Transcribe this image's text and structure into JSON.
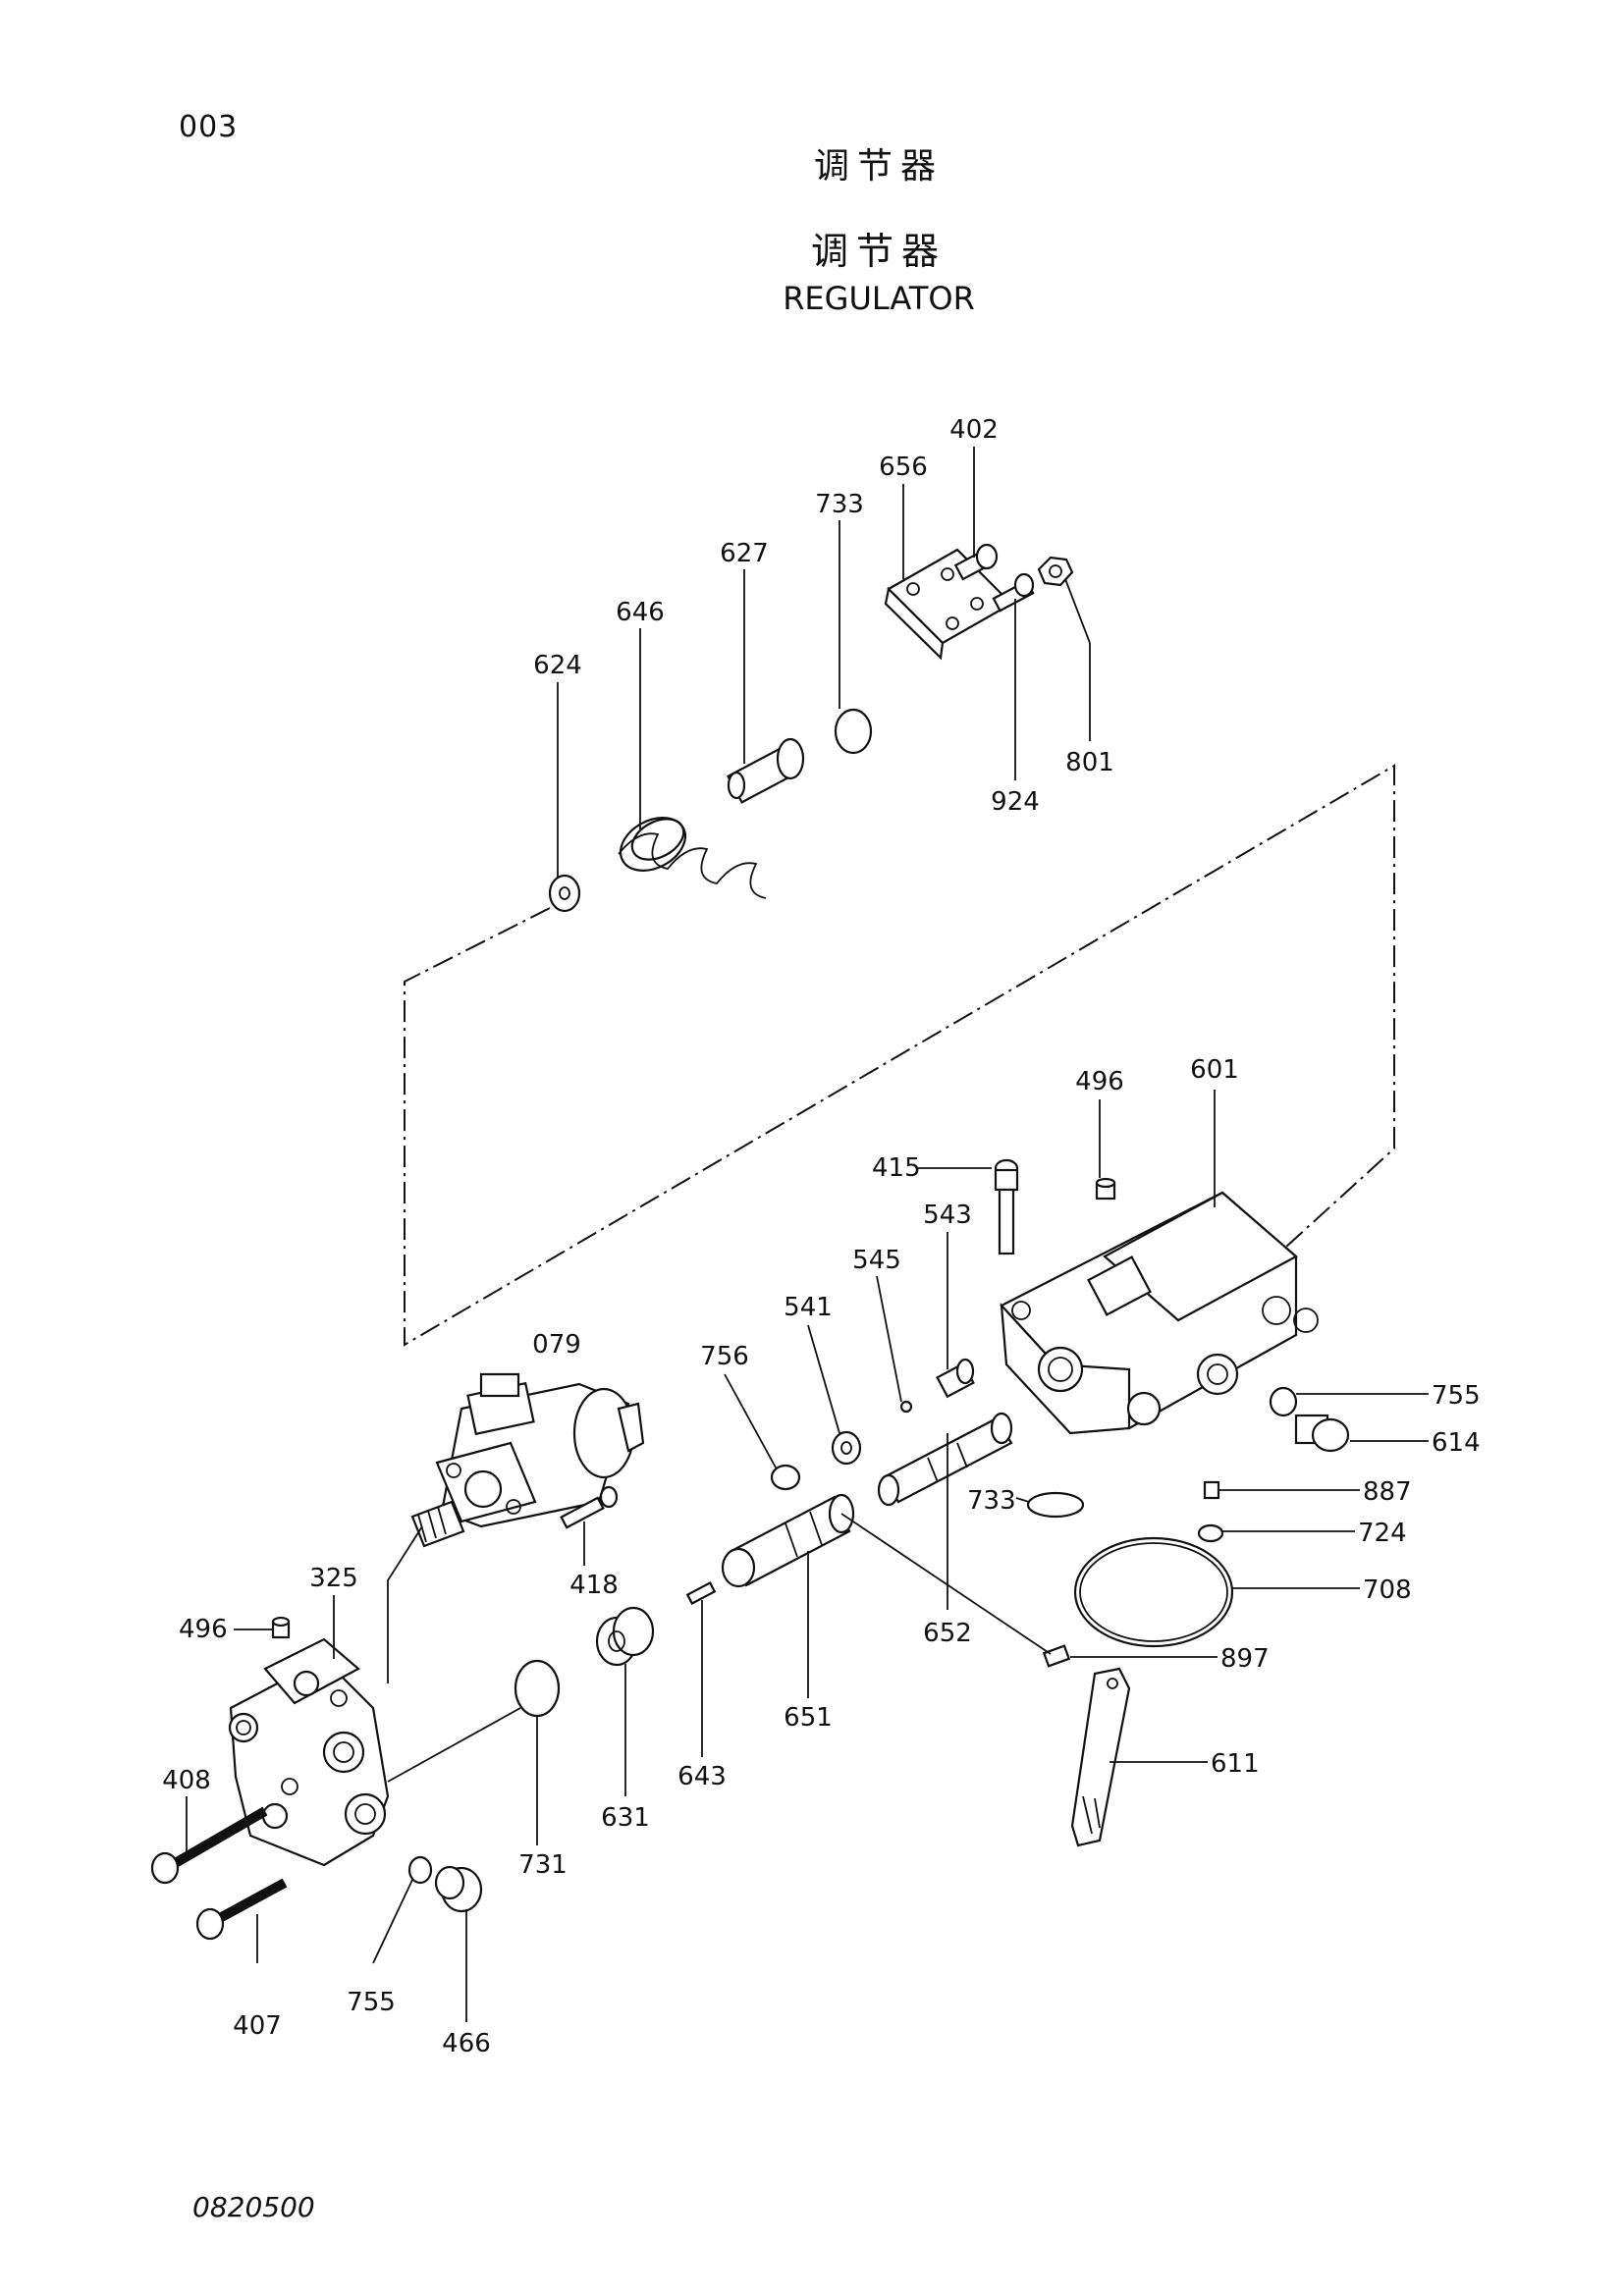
{
  "page_code": "003",
  "title_cn_top": "调节器",
  "title_cn": "调节器",
  "title_en": "REGULATOR",
  "footer_code": "0820500",
  "part_labels": {
    "p402": "402",
    "p656": "656",
    "p733a": "733",
    "p627": "627",
    "p646": "646",
    "p624": "624",
    "p924": "924",
    "p801": "801",
    "p496a": "496",
    "p601": "601",
    "p415": "415",
    "p543": "543",
    "p545": "545",
    "p541": "541",
    "p756": "756",
    "p079": "079",
    "p755a": "755",
    "p614": "614",
    "p887": "887",
    "p733b": "733",
    "p724": "724",
    "p708": "708",
    "p418": "418",
    "p652": "652",
    "p897": "897",
    "p325": "325",
    "p496b": "496",
    "p651": "651",
    "p611": "611",
    "p643": "643",
    "p408": "408",
    "p631": "631",
    "p731": "731",
    "p407": "407",
    "p755b": "755",
    "p466": "466"
  }
}
